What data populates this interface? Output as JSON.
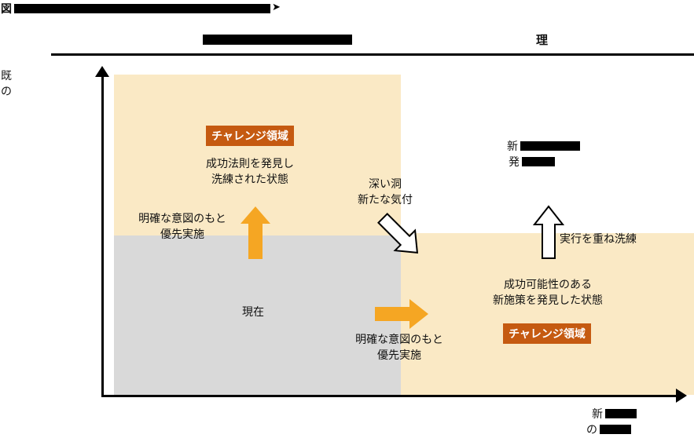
{
  "figure": {
    "prefix": "図",
    "pointer": "➤"
  },
  "header": {
    "suffix": "理"
  },
  "y_axis": {
    "frag1": "既",
    "frag2": "の"
  },
  "x_axis": {
    "frag1": "新",
    "frag2": "の"
  },
  "top_left": {
    "badge": "チャレンジ領域",
    "state1": "成功法則を発見し",
    "state2": "洗練された状態",
    "action1": "明確な意図のもと",
    "action2": "優先実施"
  },
  "bottom_left": {
    "now": "現在"
  },
  "transition": {
    "line1": "深い洞",
    "line2": "新たな気付"
  },
  "top_right": {
    "frag1": "新",
    "frag2": "発"
  },
  "right": {
    "refine": "実行を重ね洗練",
    "state1": "成功可能性のある",
    "state2": "新施策を発見した状態",
    "badge": "チャレンジ領域",
    "action1": "明確な意図のもと",
    "action2": "優先実施"
  },
  "colors": {
    "cream": "#FAE9C5",
    "gray": "#D9D9D9",
    "badge_orange": "#C55A11",
    "arrow_orange": "#F5A623",
    "ink": "#000000"
  }
}
